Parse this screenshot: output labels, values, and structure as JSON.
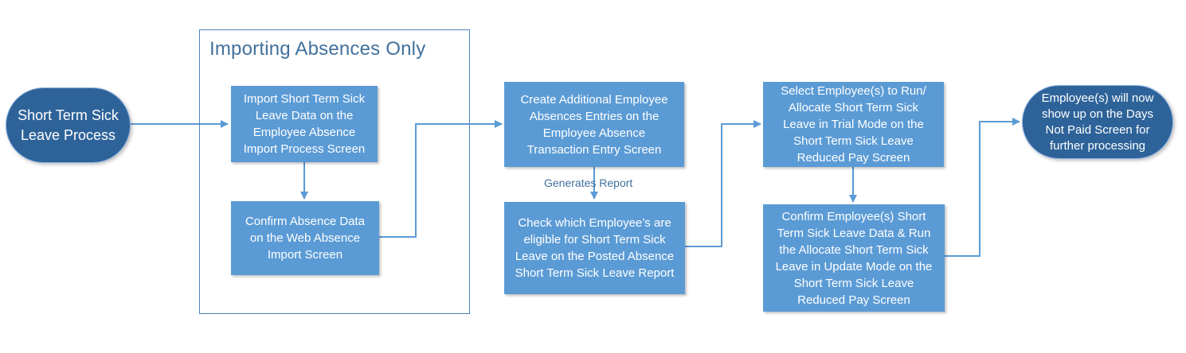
{
  "diagram": {
    "start": {
      "lines": [
        "Short Term Sick",
        "Leave Process"
      ]
    },
    "group": {
      "title": "Importing Absences Only"
    },
    "nodes": {
      "import": {
        "lines": [
          "Import Short Term Sick",
          "Leave Data on the",
          "Employee Absence",
          "Import Process Screen"
        ]
      },
      "confirm_absence": {
        "lines": [
          "Confirm Absence Data",
          "on the Web Absence",
          "Import Screen"
        ]
      },
      "create_entries": {
        "lines": [
          "Create Additional Employee",
          "Absences Entries on the",
          "Employee Absence",
          "Transaction Entry Screen"
        ]
      },
      "check_eligible": {
        "lines": [
          "Check which Employee’s are",
          "eligible for Short Term Sick",
          "Leave on the Posted Absence",
          "Short Term Sick Leave Report"
        ]
      },
      "select_trial": {
        "lines": [
          "Select Employee(s) to Run/",
          "Allocate Short Term Sick",
          "Leave in Trial Mode on the",
          "Short Term Sick Leave",
          "Reduced Pay Screen"
        ]
      },
      "confirm_update": {
        "lines": [
          "Confirm Employee(s) Short",
          "Term Sick Leave Data & Run",
          "the Allocate Short Term Sick",
          "Leave in Update Mode on the",
          "Short Term Sick Leave",
          "Reduced Pay Screen"
        ]
      }
    },
    "end": {
      "lines": [
        "Employee(s) will now",
        "show up on the Days",
        "Not Paid Screen for",
        "further processing"
      ]
    },
    "edge_labels": {
      "generates_report": "Generates Report"
    },
    "colors": {
      "box_fill": "#5b9bd5",
      "pill_fill": "#2e6399",
      "line": "#5b9bd5",
      "frame": "#4f81bd",
      "title_text": "#41719c"
    }
  }
}
